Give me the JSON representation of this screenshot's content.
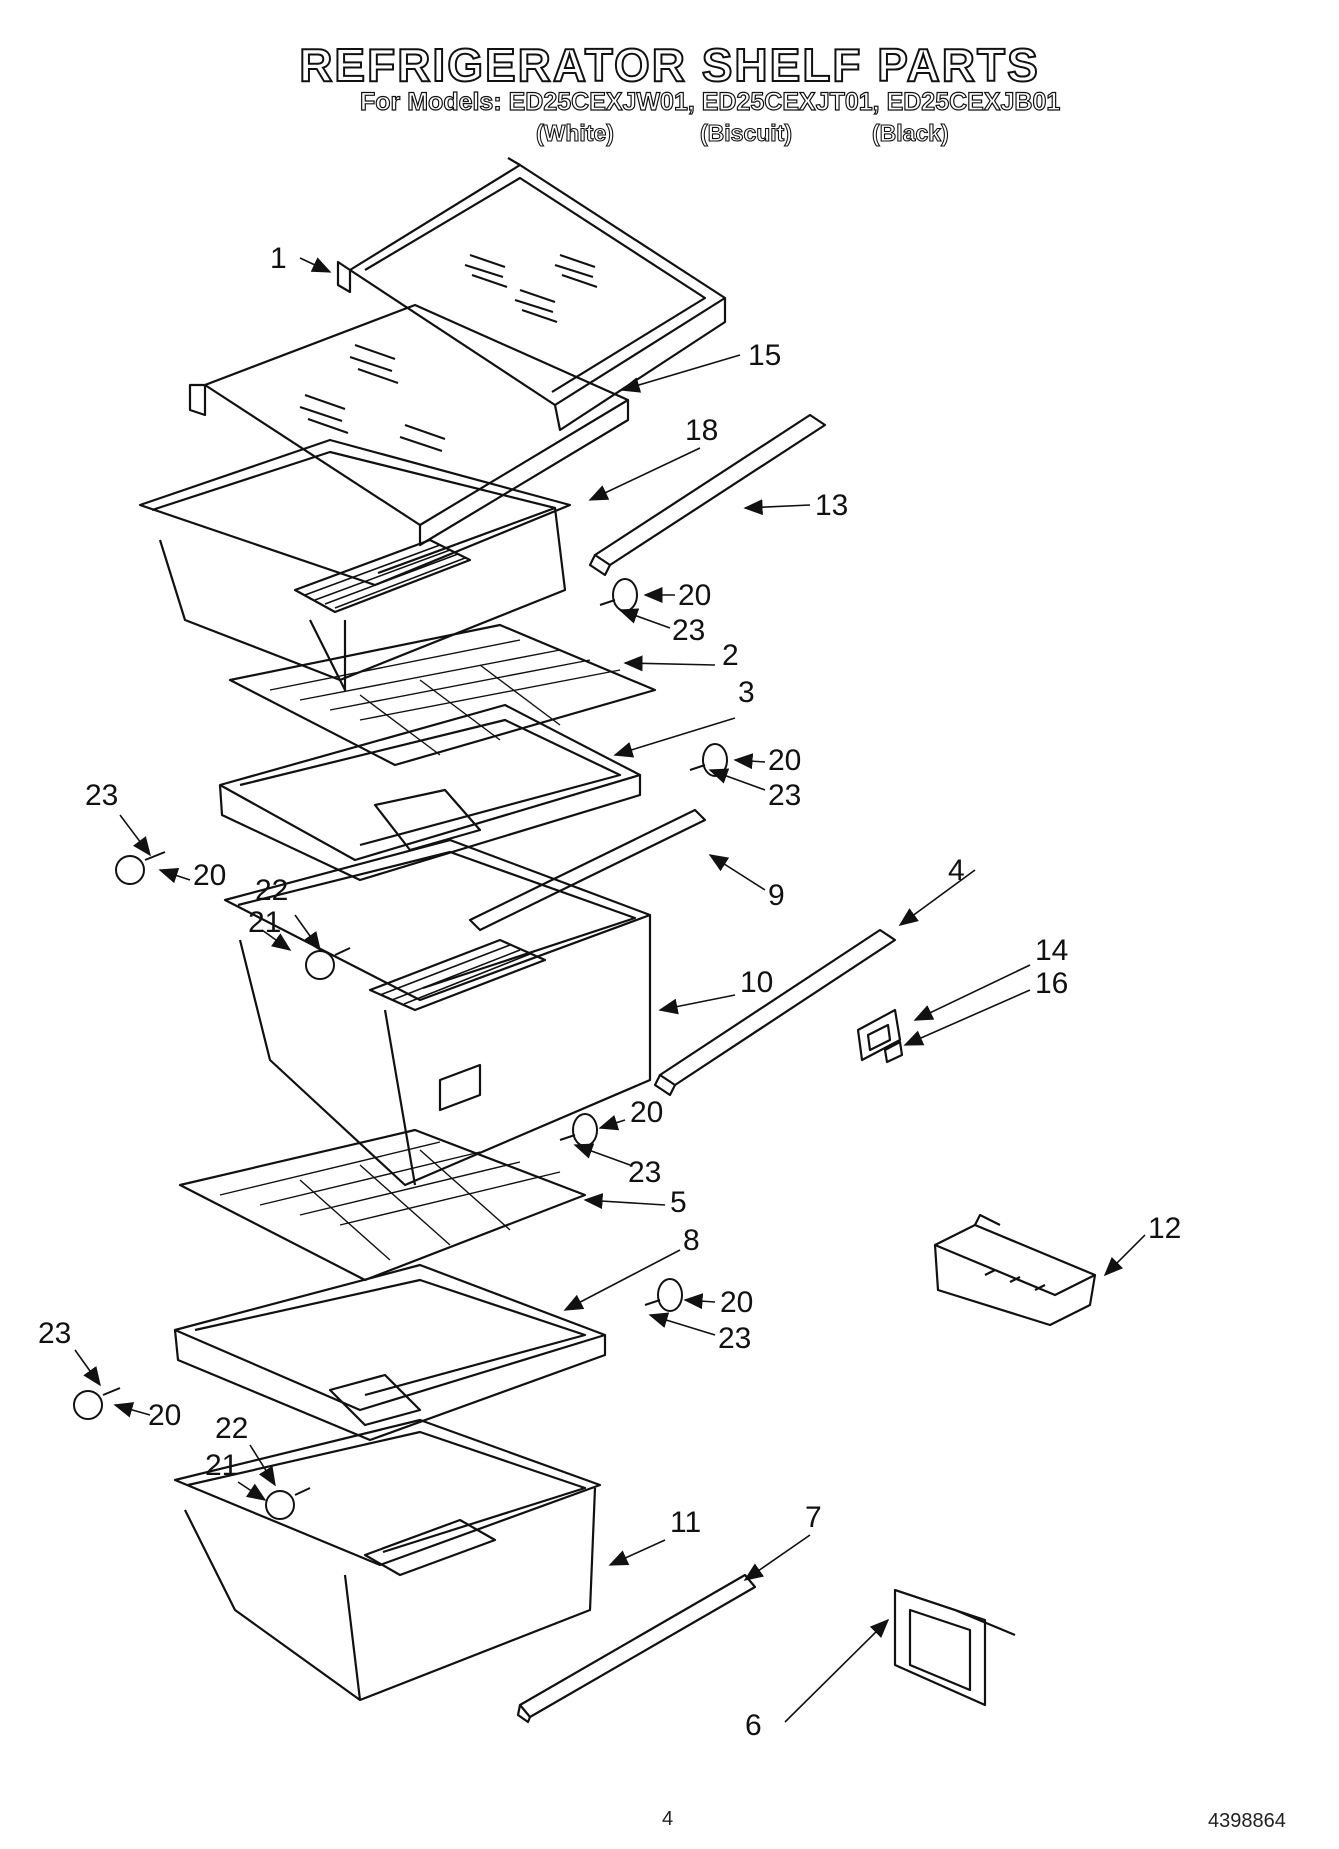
{
  "header": {
    "title": "REFRIGERATOR SHELF PARTS",
    "models_line": "For Models: ED25CEXJW01, ED25CEXJT01, ED25CEXJB01",
    "colors": [
      "(White)",
      "(Biscuit)",
      "(Black)"
    ]
  },
  "callouts": {
    "c1": "1",
    "c15": "15",
    "c18": "18",
    "c13": "13",
    "c20a": "20",
    "c23a": "23",
    "c2": "2",
    "c3": "3",
    "c20b": "20",
    "c23b": "23",
    "c23c": "23",
    "c20c": "20",
    "c9": "9",
    "c4": "4",
    "c22a": "22",
    "c21a": "21",
    "c14": "14",
    "c16": "16",
    "c10": "10",
    "c20d": "20",
    "c23d": "23",
    "c5": "5",
    "c8": "8",
    "c12": "12",
    "c20e": "20",
    "c23e": "23",
    "c23f": "23",
    "c20f": "20",
    "c22b": "22",
    "c21b": "21",
    "c7": "7",
    "c11": "11",
    "c6": "6"
  },
  "footer": {
    "page_number": "4",
    "doc_number": "4398864"
  }
}
